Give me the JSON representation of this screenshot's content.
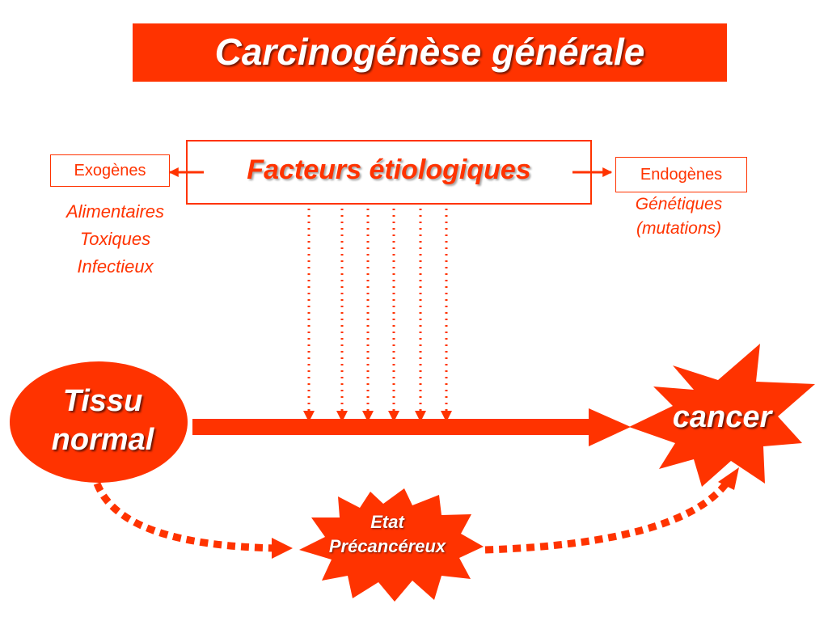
{
  "colors": {
    "accent": "#ff3300",
    "text_on_accent": "#ffffff"
  },
  "title": "Carcinogénèse générale",
  "factors": {
    "label": "Facteurs étiologiques"
  },
  "exogenes": {
    "label": "Exogènes",
    "items": [
      "Alimentaires",
      "Toxiques",
      "Infectieux"
    ]
  },
  "endogenes": {
    "label": "Endogènes",
    "items": [
      "Génétiques",
      "(mutations)"
    ]
  },
  "nodes": {
    "tissu": [
      "Tissu",
      "normal"
    ],
    "cancer": "cancer",
    "etat": [
      "Etat",
      "Précancéreux"
    ]
  }
}
